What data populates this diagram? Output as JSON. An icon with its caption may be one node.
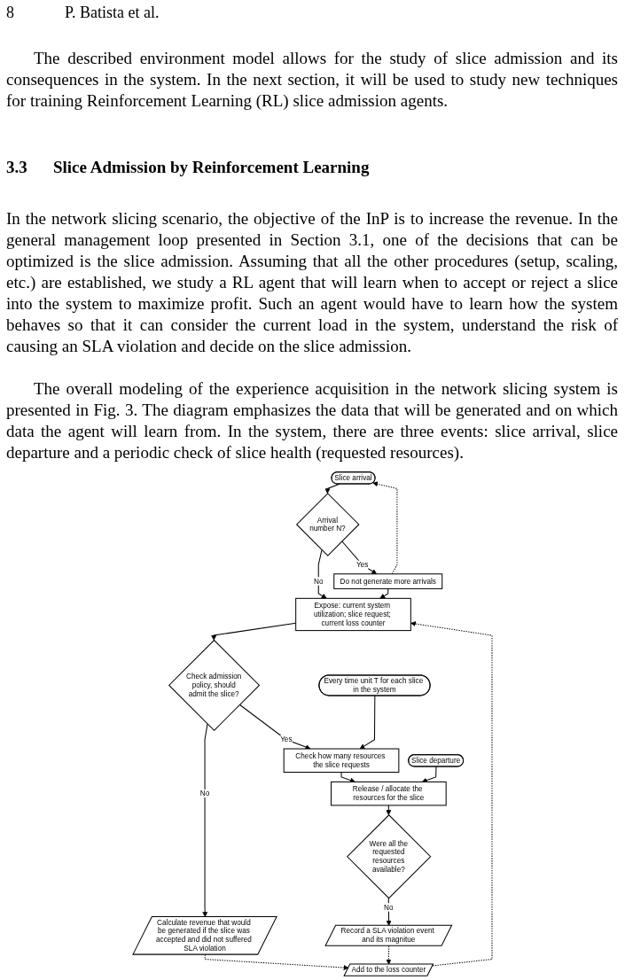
{
  "diagram": {
    "nodes": [
      {
        "text": [
          "Slice arrival"
        ]
      },
      {
        "text": [
          "Do not generate more arrivals"
        ]
      },
      {
        "text": [
          "Arrival number N?"
        ]
      },
      {
        "text": [
          "Add to the loss counter"
        ]
      },
      {
        "text": [
          "Expose: current system utilization; slice request; current loss counter"
        ]
      },
      {
        "text": [
          "Calculate revenue that would be generated if the slice was accepted and did not suffered SLA violation"
        ]
      },
      {
        "text": [
          "Check admission policy, should admit the slice?"
        ]
      },
      {
        "text": [
          "Record a SLA violation event and its magnitue"
        ]
      },
      {
        "text": [
          "Check how many resources the slice requests"
        ]
      },
      {
        "text": [
          "Every time unit T for each slice in the system"
        ]
      },
      {
        "text": [
          "Were all the requested resources available?"
        ]
      },
      {
        "text": [
          "Release / allocate the resources for the slice"
        ]
      },
      {
        "text": [
          "Slice departure"
        ]
      }
    ],
    "edges": [
      {
        "from": 0,
        "to": 2,
        "arrow": "to"
      },
      {
        "from": 2,
        "to": 1,
        "arrow": "to",
        "label": "Yes"
      },
      {
        "from": 1,
        "to": 0,
        "arrow": "to",
        "style": "dashed"
      },
      {
        "from": 2,
        "to": 4,
        "arrow": "to",
        "label": "No"
      },
      {
        "from": 1,
        "to": 4,
        "arrow": "to"
      },
      {
        "from": 3,
        "to": 4,
        "arrow": "to",
        "style": "dashed"
      },
      {
        "from": 4,
        "to": 6,
        "arrow": "to"
      },
      {
        "from": 6,
        "to": 5,
        "arrow": "to",
        "label": "No"
      },
      {
        "from": 5,
        "to": 3,
        "arrow": "to",
        "style": "dashed"
      },
      {
        "from": 6,
        "to": 8,
        "arrow": "to",
        "label": "Yes"
      },
      {
        "from": 9,
        "to": 8,
        "arrow": "to"
      },
      {
        "from": 8,
        "to": 11,
        "arrow": "to"
      },
      {
        "from": 12,
        "to": 11,
        "arrow": "to"
      },
      {
        "from": 11,
        "to": 10,
        "arrow": "to"
      },
      {
        "from": 10,
        "to": 7,
        "arrow": "to",
        "label": "No"
      },
      {
        "from": 7,
        "to": 3,
        "arrow": "to",
        "style": "dashed"
      }
    ],
    "labels": [
      "8",
      "P. Batista et al.",
      "The described environment model allows for the study of slice admission and its consequences in the system. In the next section, it will be used to study new techniques for training Reinforcement Learning (RL) slice admission agents.",
      "3.3",
      "Slice Admission by Reinforcement Learning",
      "In the network slicing scenario, the objective of the InP is to increase the revenue. In the general management loop presented in Section 3.1, one of the decisions that can be optimized is the slice admission. Assuming that all the other procedures (setup, scaling, etc.) are established, we study a RL agent that will learn when to accept or reject a slice into the system to maximize profit. Such an agent would have to learn how the system behaves so that it can consider the current load in the system, understand the risk of causing an SLA violation and decide on the slice admission.",
      "The overall modeling of the experience acquisition in the network slicing system is presented in Fig. 3. The diagram emphasizes the data that will be generated and on which data the agent will learn from. In the system, there are three events: slice arrival, slice departure and a periodic check of slice health (requested resources)."
    ]
  }
}
